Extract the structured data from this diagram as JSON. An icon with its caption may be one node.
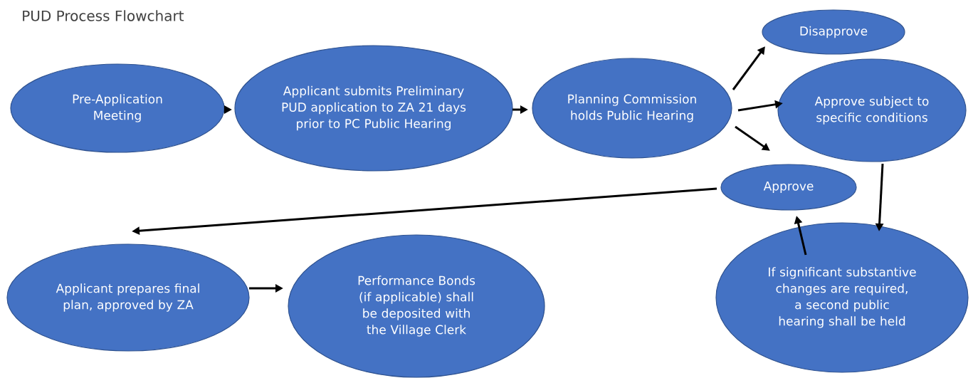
{
  "diagram": {
    "title": "PUD Process Flowchart",
    "nodes": [
      {
        "text": [
          "Pre-Application Meeting"
        ]
      },
      {
        "text": [
          "Applicant submits Preliminary PUD application to ZA 21 days prior to PC Public Hearing"
        ]
      },
      {
        "text": [
          "Planning Commission holds Public Hearing"
        ]
      },
      {
        "text": [
          "Disapprove"
        ]
      },
      {
        "text": [
          "Approve subject to specific conditions"
        ]
      },
      {
        "text": [
          "Approve"
        ]
      },
      {
        "text": [
          "Applicant prepares final plan, approved by ZA"
        ]
      },
      {
        "text": [
          "Performance Bonds (if applicable) shall be deposited with the Village Clerk"
        ]
      },
      {
        "text": [
          "If significant substantive changes are required, a second public hearing shall be held"
        ]
      }
    ],
    "edges": [
      {
        "from": 0,
        "to": 1,
        "arrow": "to"
      },
      {
        "from": 1,
        "to": 2,
        "arrow": "to"
      },
      {
        "from": 2,
        "to": 3,
        "arrow": "to"
      },
      {
        "from": 2,
        "to": 4,
        "arrow": "to"
      },
      {
        "from": 2,
        "to": 5,
        "arrow": "to"
      },
      {
        "from": 5,
        "to": 6,
        "arrow": "to"
      },
      {
        "from": 4,
        "to": 8,
        "arrow": "to"
      },
      {
        "from": 8,
        "to": 5,
        "arrow": "to"
      },
      {
        "from": 6,
        "to": 7,
        "arrow": "to"
      }
    ]
  }
}
